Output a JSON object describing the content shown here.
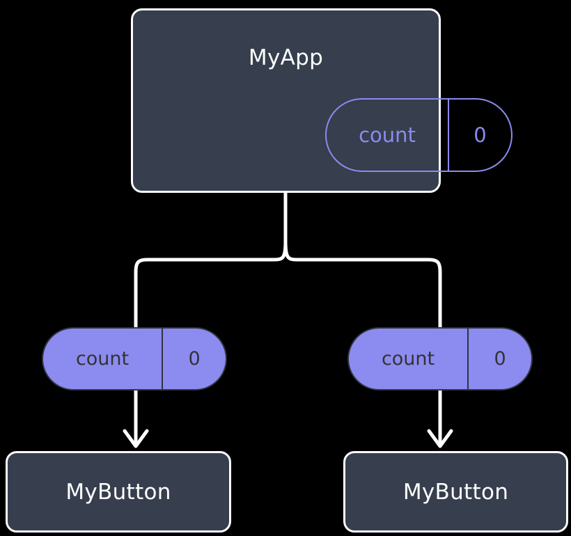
{
  "diagram": {
    "background_color": "#000000",
    "nodes": {
      "root": {
        "title": "MyApp",
        "box_fill": "#373e4d",
        "box_border": "#ffffff",
        "title_color": "#ffffff",
        "state": {
          "key": "count",
          "value": "0",
          "style": "outlined",
          "accent_color": "#8b8bf0"
        }
      },
      "children": [
        {
          "title": "MyButton",
          "box_fill": "#373e4d",
          "box_border": "#ffffff",
          "title_color": "#ffffff",
          "state": {
            "key": "count",
            "value": "0",
            "style": "filled",
            "accent_color": "#8b8bf0",
            "text_color": "#333333"
          }
        },
        {
          "title": "MyButton",
          "box_fill": "#373e4d",
          "box_border": "#ffffff",
          "title_color": "#ffffff",
          "state": {
            "key": "count",
            "value": "0",
            "style": "filled",
            "accent_color": "#8b8bf0",
            "text_color": "#333333"
          }
        }
      ]
    },
    "connectors": {
      "color": "#ffffff",
      "branch_style": "curly-bracket",
      "arrow_style": "open-v-arrowhead"
    }
  }
}
